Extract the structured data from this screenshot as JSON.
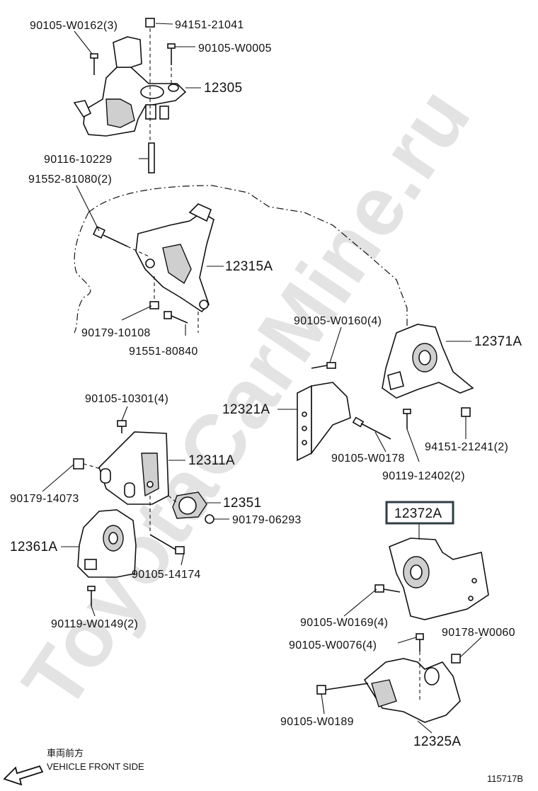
{
  "watermark": "ToyotaCarMine.ru",
  "labels": {
    "p1": "90105-W0162(3)",
    "p2": "94151-21041",
    "p3": "90105-W0005",
    "p4": "12305",
    "p5": "90116-10229",
    "p6": "91552-81080(2)",
    "p7": "12315A",
    "p8": "90179-10108",
    "p9": "91551-80840",
    "p10": "90105-W0160(4)",
    "p11": "12371A",
    "p12": "12321A",
    "p13": "90105-W0178",
    "p14": "94151-21241(2)",
    "p15": "90119-12402(2)",
    "p16": "90105-10301(4)",
    "p17": "12311A",
    "p18": "90179-14073",
    "p19": "12351",
    "p20": "90179-06293",
    "p21": "12361A",
    "p22": "90105-14174",
    "p23": "90119-W0149(2)",
    "p24": "12372A",
    "p25": "90105-W0169(4)",
    "p26": "90178-W0060",
    "p27": "90105-W0076(4)",
    "p28": "90105-W0189",
    "p29": "12325A"
  },
  "direction": {
    "jp": "車両前方",
    "en": "VEHICLE FRONT SIDE"
  },
  "diagram_code": "115717B",
  "colors": {
    "highlight_box": "#2f3d44",
    "ink": "#111111",
    "watermark": "#e3e3e3"
  }
}
